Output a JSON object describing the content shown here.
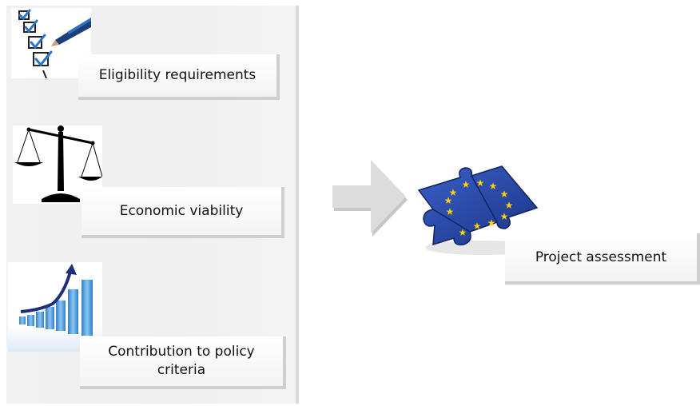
{
  "criteria": [
    {
      "label": "Eligibility requirements",
      "icon": "checklist-icon"
    },
    {
      "label": "Economic viability",
      "icon": "balance-scale-icon"
    },
    {
      "label": "Contribution to policy\ncriteria",
      "icon": "growth-bar-chart-icon"
    }
  ],
  "result": {
    "label": "Project assessment",
    "icon": "eu-puzzle-icon"
  },
  "colors": {
    "panel": "#efefef",
    "arrow": "#d6d6d6",
    "eu_blue": "#1f3f9a",
    "star": "#ffd200",
    "bar": "#5aa9e6"
  }
}
